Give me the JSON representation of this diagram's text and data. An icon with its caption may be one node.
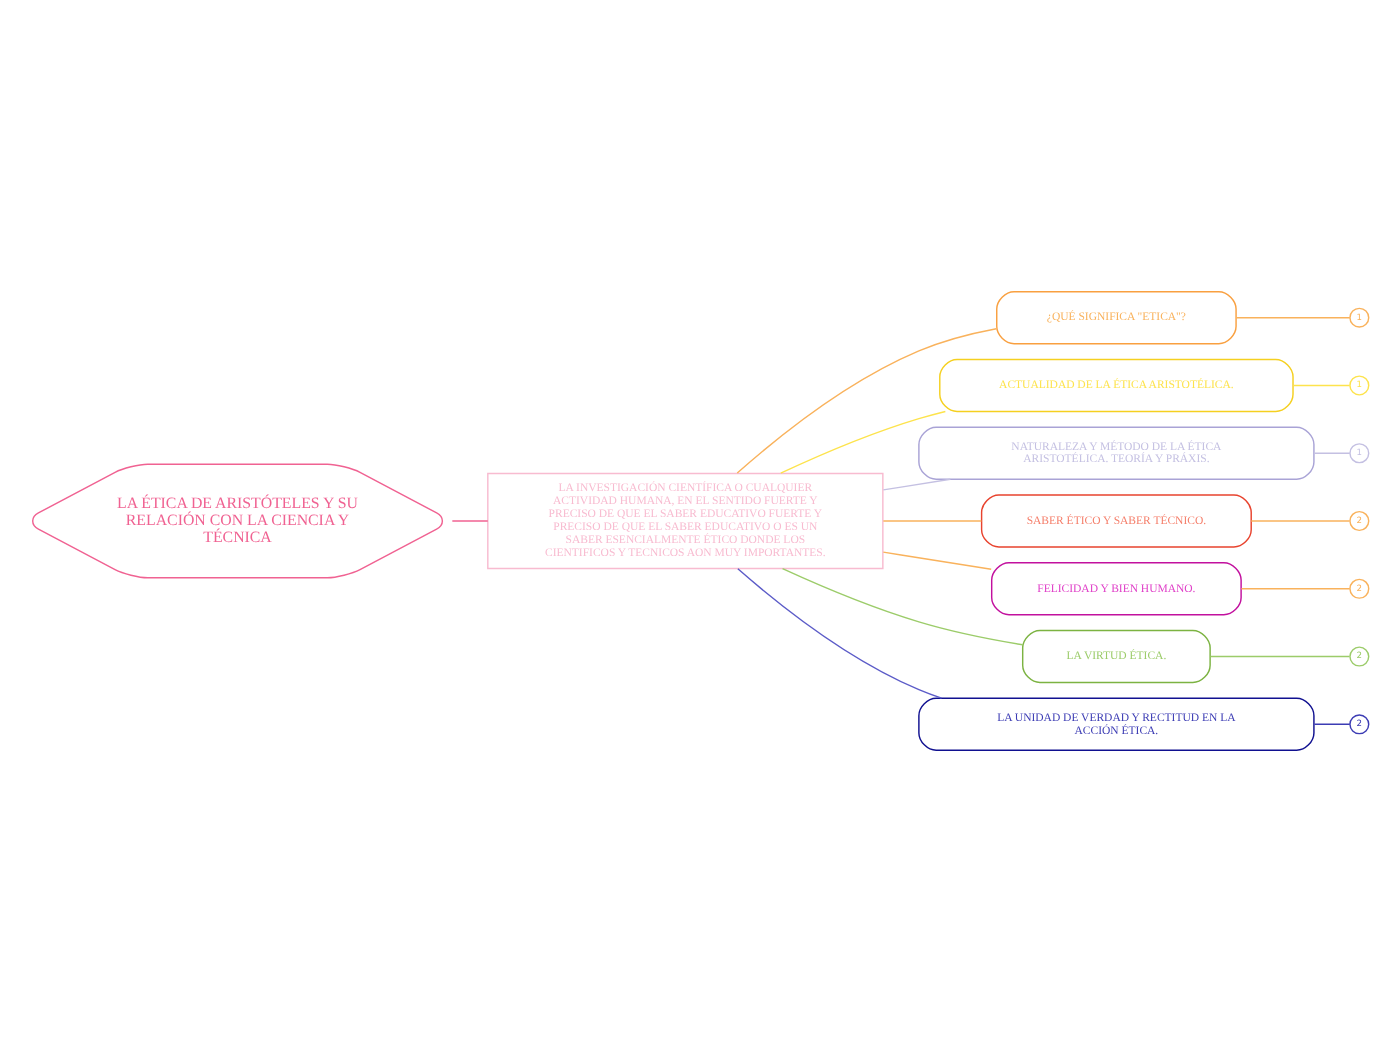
{
  "diagram": {
    "nodes": [
      {
        "text": [
          "LA ÉTICA DE ARISTÓTELES Y SU RELACIÓN CON LA CIENCIA Y TÉCNICA"
        ]
      },
      {
        "text": [
          "LA INVESTIGACIÓN CIENTÍFICA O CUALQUIER ACTIVIDAD HUMANA, EN EL SENTIDO FUERTE Y PRECISO DE QUE EL SABER EDUCATIVO FUERTE Y PRECISO DE QUE EL SABER EDUCATIVO O ES UN SABER ESENCIALMENTE ÉTICO DONDE LOS CIENTIFICOS Y TECNICOS AON MUY IMPORTANTES."
        ]
      },
      {
        "text": [
          "¿QUÉ SIGNIFICA \"ETICA\"?"
        ]
      },
      {
        "text": [
          "ACTUALIDAD DE LA ÉTICA ARISTOTÉLICA."
        ]
      },
      {
        "text": [
          "NATURALEZA Y MÉTODO DE LA ÉTICA ARISTOTÉLICA. TEORÍA Y PRÁXIS."
        ]
      },
      {
        "text": [
          "SABER ÉTICO Y SABER TÉCNICO."
        ]
      },
      {
        "text": [
          "FELICIDAD Y BIEN HUMANO."
        ]
      },
      {
        "text": [
          "LA VIRTUD ÉTICA."
        ]
      },
      {
        "text": [
          "LA UNIDAD DE VERDAD Y RECTITUD EN LA ACCIÓN ÉTICA."
        ]
      },
      {
        "text": [
          "1"
        ]
      },
      {
        "text": [
          "1"
        ]
      },
      {
        "text": [
          "1"
        ]
      },
      {
        "text": [
          "2"
        ]
      },
      {
        "text": [
          "2"
        ]
      },
      {
        "text": [
          "2"
        ]
      },
      {
        "text": [
          "2"
        ]
      }
    ],
    "edges": [
      {
        "from": 0,
        "to": 1,
        "arrow": "none"
      },
      {
        "from": 1,
        "to": 2,
        "arrow": "none",
        "color": "#f9b25c"
      },
      {
        "from": 1,
        "to": 3,
        "arrow": "none",
        "color": "#fde34c"
      },
      {
        "from": 1,
        "to": 4,
        "arrow": "none",
        "color": "#c4c0e2"
      },
      {
        "from": 1,
        "to": 5,
        "arrow": "none",
        "color": "#f9b25c"
      },
      {
        "from": 1,
        "to": 6,
        "arrow": "none",
        "color": "#f9b25c"
      },
      {
        "from": 1,
        "to": 7,
        "arrow": "none",
        "color": "#9ccc6a"
      },
      {
        "from": 1,
        "to": 8,
        "arrow": "none",
        "color": "#5c5cc8"
      },
      {
        "from": 2,
        "to": 9,
        "arrow": "none",
        "color": "#f9b25c"
      },
      {
        "from": 3,
        "to": 10,
        "arrow": "none",
        "color": "#fde34c"
      },
      {
        "from": 4,
        "to": 11,
        "arrow": "none",
        "color": "#c4c0e2"
      },
      {
        "from": 5,
        "to": 12,
        "arrow": "none",
        "color": "#f9b25c"
      },
      {
        "from": 6,
        "to": 13,
        "arrow": "none",
        "color": "#f9b25c"
      },
      {
        "from": 7,
        "to": 14,
        "arrow": "none",
        "color": "#9ccc6a"
      },
      {
        "from": 8,
        "to": 15,
        "arrow": "none",
        "color": "#3c3cb4"
      }
    ]
  }
}
